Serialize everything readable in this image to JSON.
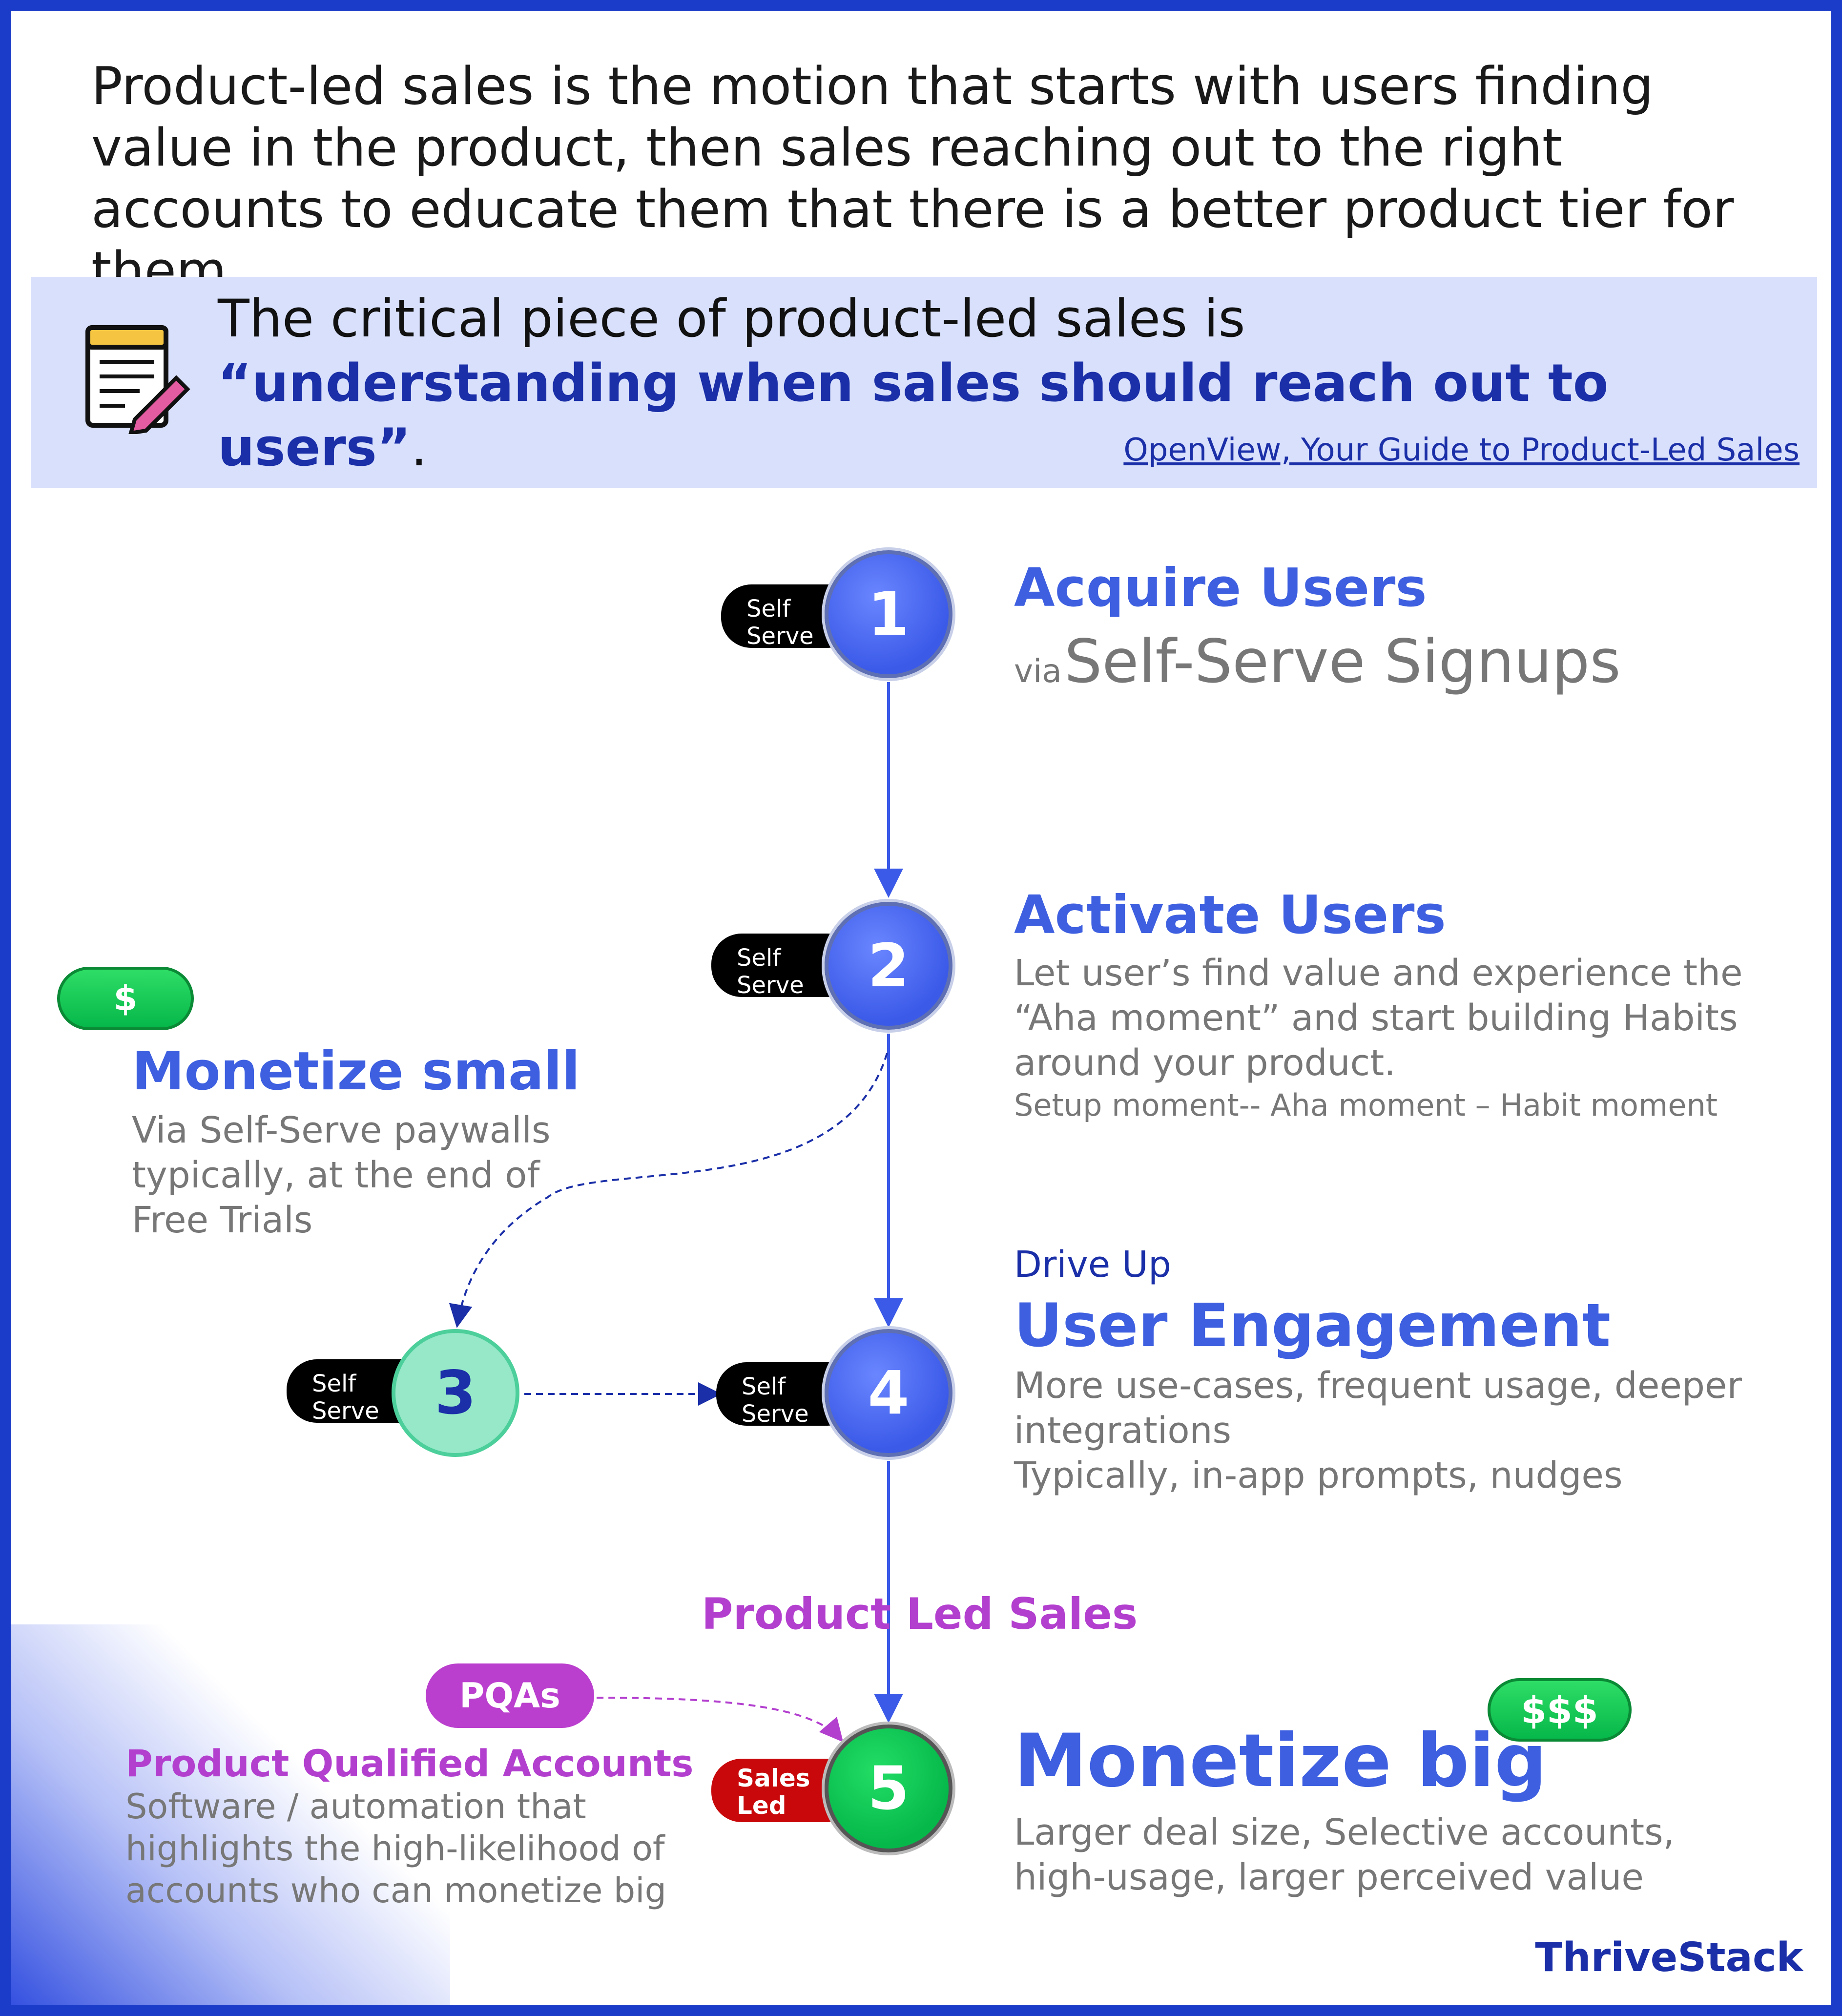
{
  "intro_text": "Product-led sales is the motion that starts with users finding value in the product, then sales reaching out to the right accounts to educate them that there is a better product tier for them.",
  "quote": {
    "lead": "The critical piece of product-led sales is",
    "emphasis": "“understanding when sales should reach out to users”",
    "tail": ".",
    "source": "OpenView, Your Guide to Product-Led Sales"
  },
  "nodes": [
    {
      "number": "1",
      "tag_line1": "Self",
      "tag_line2": "Serve"
    },
    {
      "number": "2",
      "tag_line1": "Self",
      "tag_line2": "Serve"
    },
    {
      "number": "3",
      "tag_line1": "Self",
      "tag_line2": "Serve"
    },
    {
      "number": "4",
      "tag_line1": "Self",
      "tag_line2": "Serve"
    },
    {
      "number": "5",
      "tag_line1": "Sales",
      "tag_line2": "Led"
    }
  ],
  "step1": {
    "title": "Acquire Users",
    "via": "via",
    "subtitle": "Self-Serve Signups"
  },
  "step2": {
    "title": "Activate Users",
    "line1": "Let user’s find value and experience the",
    "line2": "“Aha moment” and start building Habits",
    "line3": "around your product.",
    "small": "Setup moment-- Aha moment – Habit moment"
  },
  "monetize_small": {
    "badge": "$",
    "title": "Monetize small",
    "line1": "Via Self-Serve paywalls",
    "line2": "typically, at the end of",
    "line3": "Free Trials"
  },
  "step4": {
    "pre": "Drive Up",
    "title": "User Engagement",
    "line1": "More use-cases, frequent usage, deeper",
    "line2": "integrations",
    "line3": "Typically, in-app prompts, nudges"
  },
  "product_led_sales": "Product Led Sales",
  "pqa": {
    "badge": "PQAs",
    "title": "Product Qualified Accounts",
    "line1": "Software / automation that",
    "line2": "highlights the high-likelihood of",
    "line3": "accounts who can monetize big"
  },
  "monetize_big": {
    "badge": "$$$",
    "title": "Monetize big",
    "line1": "Larger deal size, Selective accounts,",
    "line2": "high-usage, larger perceived value"
  },
  "logo": "ThriveStack",
  "colors": {
    "frame": "#1b3cc8",
    "accent_blue": "#3d5fe0",
    "dark_blue": "#1b2fa8",
    "purple": "#b33fcf",
    "green": "#06b84a",
    "red": "#c8080a",
    "teal": "#96e8c8"
  }
}
